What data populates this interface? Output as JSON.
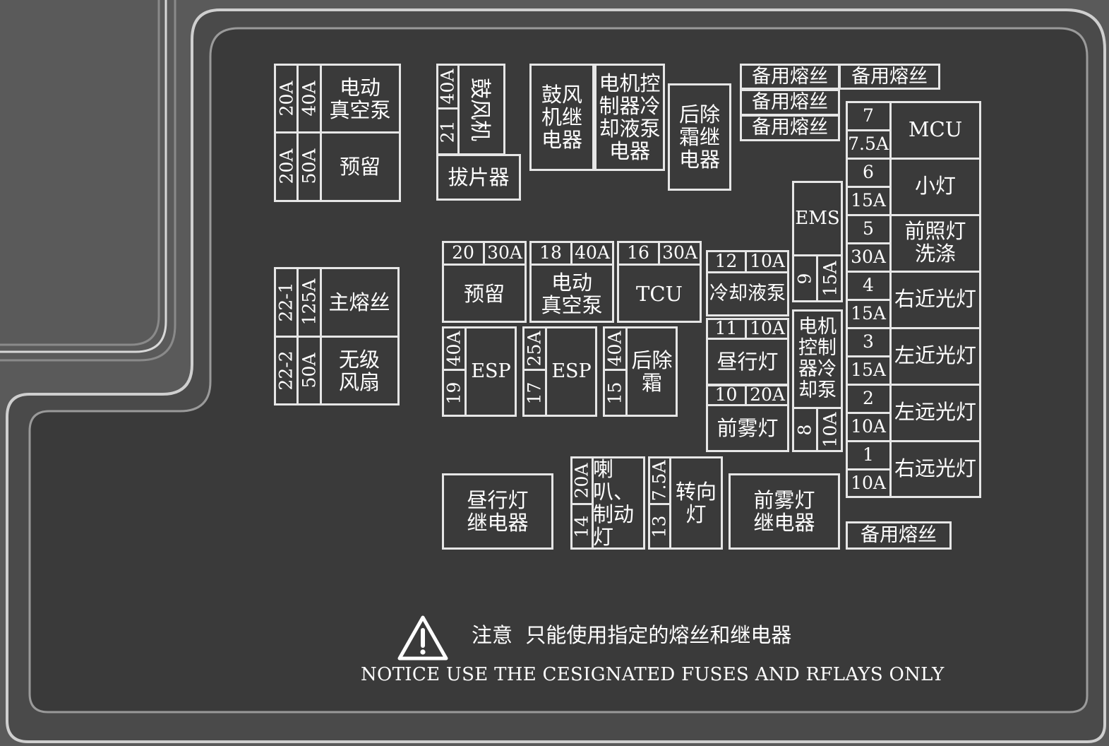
{
  "colors": {
    "panel": "#3a3a3a",
    "outer": "#5a5a5a",
    "line": "#e6e6e6"
  },
  "fuse_box": {
    "group_top_left": {
      "r1_a": "20A",
      "r1_b": "40A",
      "r1_name": "电动\n真空泵",
      "r2_a": "20A",
      "r2_b": "50A",
      "r2_name": "预留"
    },
    "blower": {
      "num": "21",
      "amp": "40A",
      "name": "鼓风机",
      "puller": "拔片器"
    },
    "relays_top": {
      "blower_relay": "鼓风\n机继\n电器",
      "motor_ctrl_relay": "电机控\n制器冷\n却液泵\n电器",
      "defrost_relay": "后除\n霜继\n电器"
    },
    "spares_top": [
      "备用熔丝",
      "备用熔丝",
      "备用熔丝",
      "备用熔丝"
    ],
    "group_main": {
      "r1_a": "22-1",
      "r1_b": "125A",
      "r1_name": "主熔丝",
      "r2_a": "22-2",
      "r2_b": "50A",
      "r2_name": "无级\n风扇"
    },
    "mid_row": [
      {
        "num": "20",
        "amp": "30A",
        "name": "预留"
      },
      {
        "num": "18",
        "amp": "40A",
        "name": "电动\n真空泵"
      },
      {
        "num": "16",
        "amp": "30A",
        "name": "TCU"
      }
    ],
    "vertical_row": [
      {
        "num": "19",
        "amp": "40A",
        "name": "ESP"
      },
      {
        "num": "17",
        "amp": "25A",
        "name": "ESP"
      },
      {
        "num": "15",
        "amp": "40A",
        "name": "后除\n霜"
      }
    ],
    "center_col": [
      {
        "num": "12",
        "amp": "10A",
        "name": "冷却液泵"
      },
      {
        "num": "11",
        "amp": "10A",
        "name": "昼行灯"
      },
      {
        "num": "10",
        "amp": "20A",
        "name": "前雾灯"
      }
    ],
    "ems": {
      "name": "EMS",
      "num": "9",
      "amp": "15A"
    },
    "pump": {
      "name": "电机\n控制\n器冷\n却泵",
      "num": "8",
      "amp": "10A"
    },
    "right_col": [
      {
        "num": "7",
        "amp": "7.5A",
        "name": "MCU"
      },
      {
        "num": "6",
        "amp": "15A",
        "name": "小灯"
      },
      {
        "num": "5",
        "amp": "30A",
        "name": "前照灯\n洗涤"
      },
      {
        "num": "4",
        "amp": "15A",
        "name": "右近光灯"
      },
      {
        "num": "3",
        "amp": "15A",
        "name": "左近光灯"
      },
      {
        "num": "2",
        "amp": "10A",
        "name": "左远光灯"
      },
      {
        "num": "1",
        "amp": "10A",
        "name": "右远光灯"
      }
    ],
    "bottom_row": {
      "drl_relay": "昼行灯\n继电器",
      "horn": {
        "num": "14",
        "amp": "20A",
        "name": "喇叭、\n制动\n灯"
      },
      "turn": {
        "num": "13",
        "amp": "7.5A",
        "name": "转向\n灯"
      },
      "fog_relay": "前雾灯\n继电器",
      "spare": "备用熔丝"
    }
  },
  "notice": {
    "warning_icon": "warning-triangle-icon",
    "cn": "注意  只能使用指定的熔丝和继电器",
    "en": "NOTICE USE THE CESIGNATED FUSES AND RFLAYS ONLY"
  }
}
